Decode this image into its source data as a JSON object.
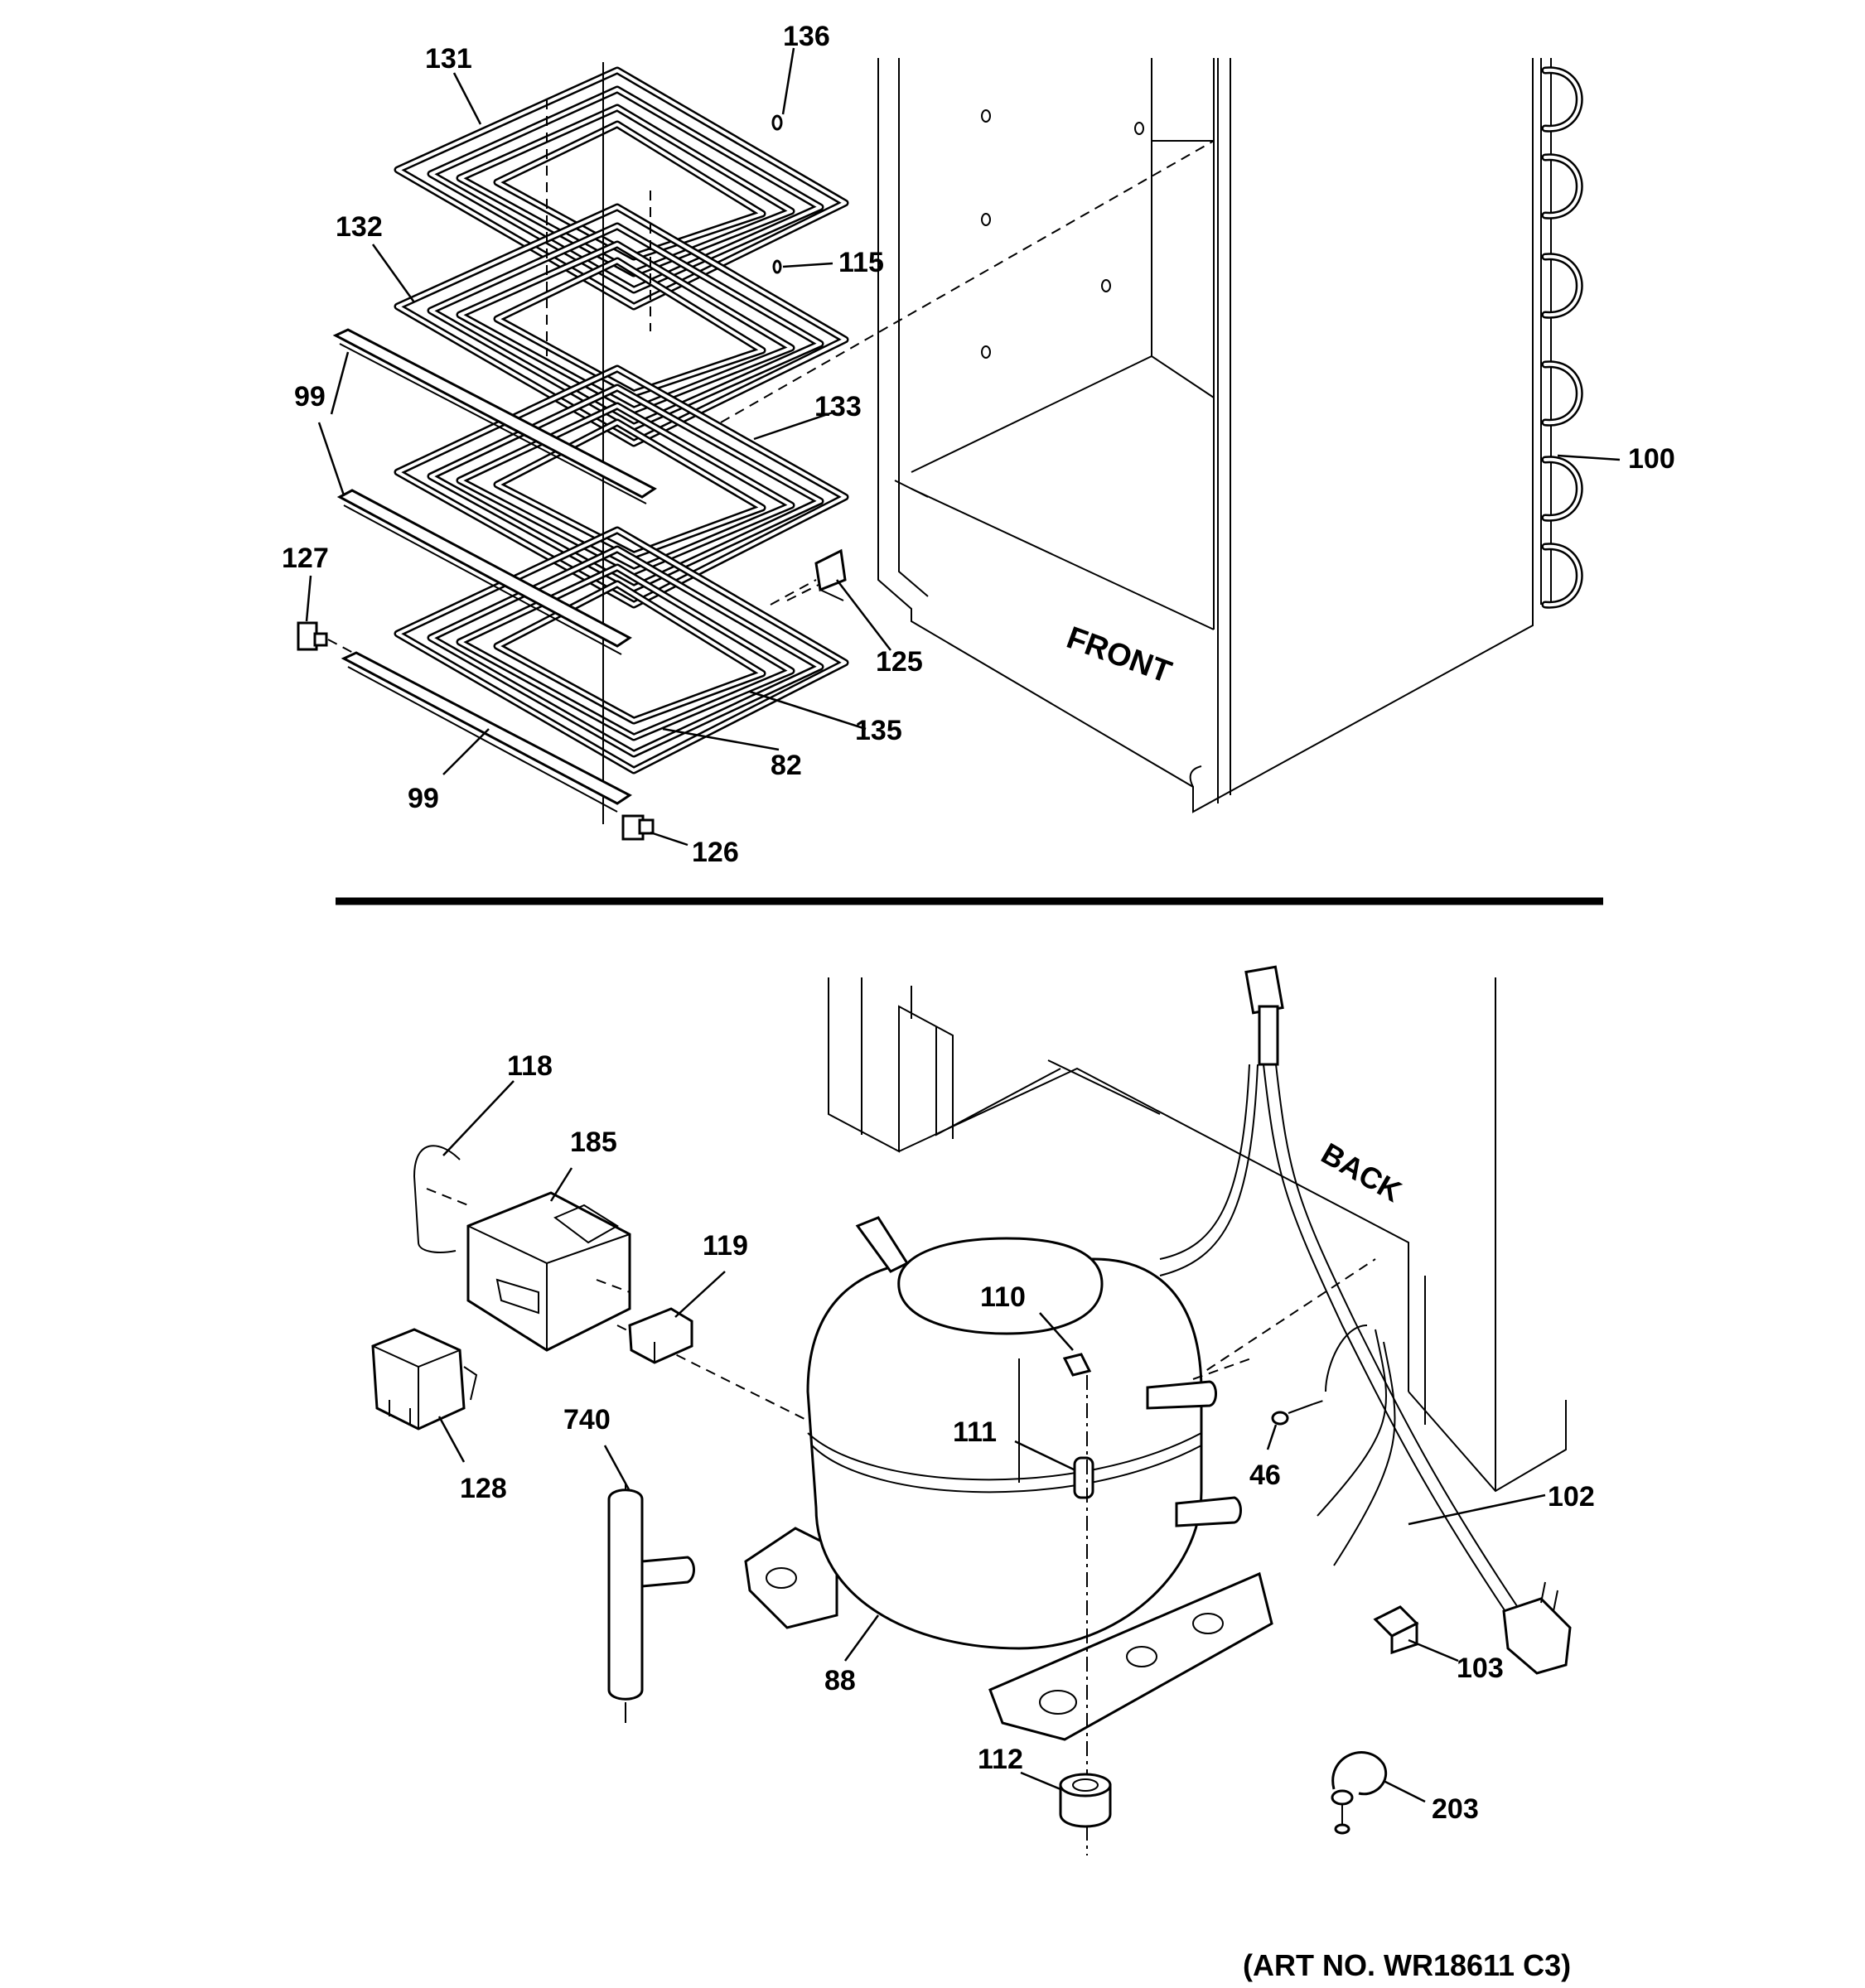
{
  "labels": {
    "front": "FRONT",
    "back": "BACK",
    "art_number": "(ART NO. WR18611 C3)"
  },
  "callouts": {
    "p131": "131",
    "p136": "136",
    "p132": "132",
    "p115": "115",
    "p99_upper_a": "99",
    "p99_upper_b": "99",
    "p133": "133",
    "p100": "100",
    "p127": "127",
    "p125": "125",
    "p135": "135",
    "p82": "82",
    "p99_lower": "99",
    "p126": "126",
    "p118": "118",
    "p185": "185",
    "p119": "119",
    "p110": "110",
    "p111": "111",
    "p740": "740",
    "p128": "128",
    "p46": "46",
    "p102": "102",
    "p88": "88",
    "p103": "103",
    "p112": "112",
    "p203": "203"
  }
}
